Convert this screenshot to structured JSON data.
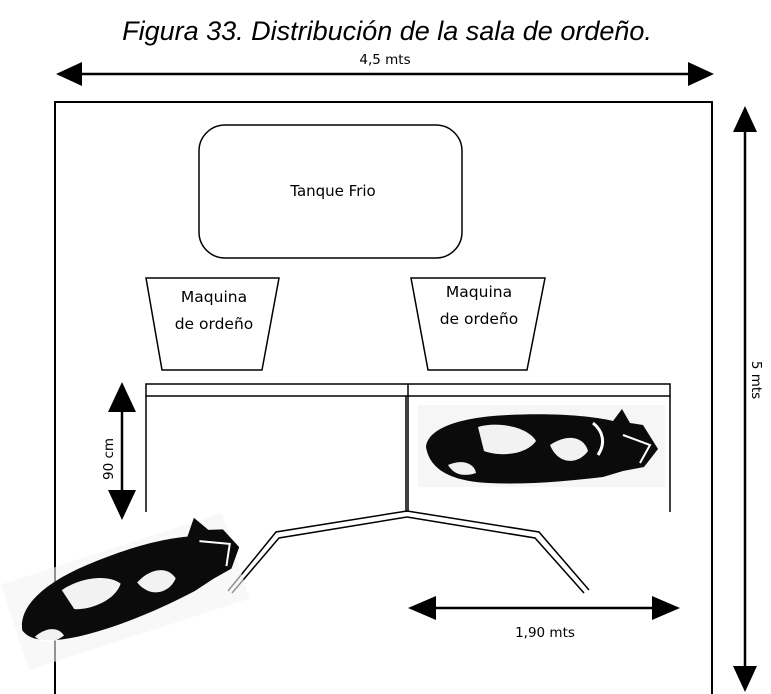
{
  "title": "Figura 33. Distribución de la sala de ordeño.",
  "dimensions": {
    "width_label": "4,5 mts",
    "height_label": "5 mts",
    "stall_depth_label": "90 cm",
    "lower_width_label": "1,90 mts"
  },
  "room": {
    "tank_label": "Tanque Frio",
    "machines": [
      {
        "line1": "Maquina",
        "line2": "de ordeño"
      },
      {
        "line1": "Maquina",
        "line2": "de ordeño"
      }
    ]
  },
  "icons": {
    "cow": "holstein-cow-icon",
    "arrow": "double-headed-arrow-icon"
  }
}
